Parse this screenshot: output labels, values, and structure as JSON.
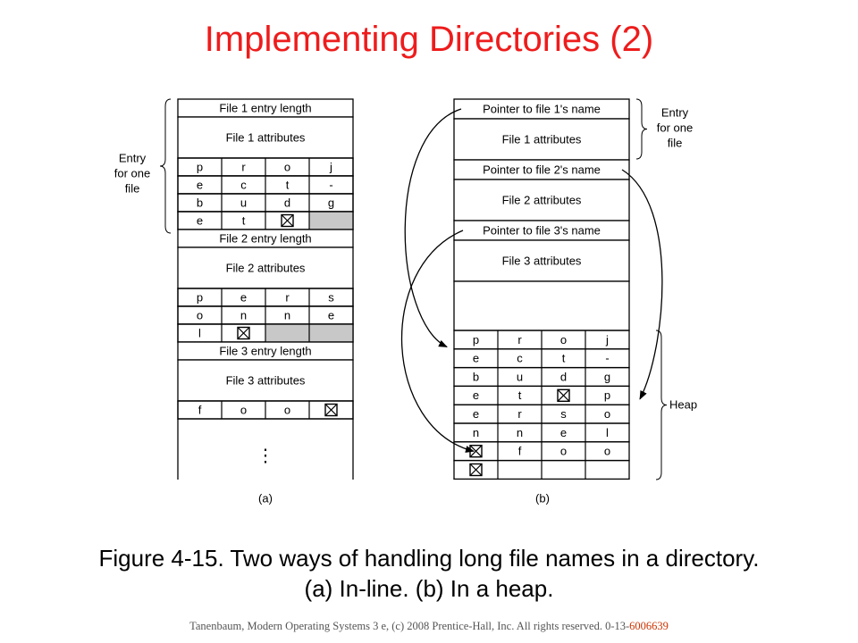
{
  "title": "Implementing Directories (2)",
  "caption": {
    "line1": "Figure 4-15. Two ways of handling long file names in a directory.",
    "line2": "(a) In-line. (b) In a heap."
  },
  "footer": {
    "text": "Tanenbaum, Modern Operating Systems 3 e, (c) 2008 Prentice-Hall, Inc. All rights reserved. 0-13-",
    "isbn": "6006639"
  },
  "diagram_a": {
    "label": "(a)",
    "brace_label": [
      "Entry",
      "for one",
      "file"
    ],
    "ellipsis": "⋮",
    "rows": [
      {
        "type": "full",
        "text": "File 1 entry length"
      },
      {
        "type": "full",
        "text": "File 1 attributes",
        "tall": true
      },
      {
        "type": "cells",
        "cells": [
          "p",
          "r",
          "o",
          "j"
        ]
      },
      {
        "type": "cells",
        "cells": [
          "e",
          "c",
          "t",
          "-"
        ]
      },
      {
        "type": "cells",
        "cells": [
          "b",
          "u",
          "d",
          "g"
        ]
      },
      {
        "type": "cells",
        "cells": [
          "e",
          "t",
          "#X",
          "#G"
        ]
      },
      {
        "type": "full",
        "text": "File 2 entry length"
      },
      {
        "type": "full",
        "text": "File 2 attributes",
        "tall": true
      },
      {
        "type": "cells",
        "cells": [
          "p",
          "e",
          "r",
          "s"
        ]
      },
      {
        "type": "cells",
        "cells": [
          "o",
          "n",
          "n",
          "e"
        ]
      },
      {
        "type": "cells",
        "cells": [
          "l",
          "#X",
          "#G",
          "#G"
        ]
      },
      {
        "type": "full",
        "text": "File 3 entry length"
      },
      {
        "type": "full",
        "text": "File 3 attributes",
        "tall": true
      },
      {
        "type": "cells",
        "cells": [
          "f",
          "o",
          "o",
          "#X"
        ]
      }
    ]
  },
  "diagram_b": {
    "label": "(b)",
    "brace_label": [
      "Entry",
      "for one",
      "file"
    ],
    "heap_label": "Heap",
    "entries": [
      {
        "text": "Pointer to file 1's name"
      },
      {
        "text": "File 1 attributes",
        "tall": true
      },
      {
        "text": "Pointer to file 2's name"
      },
      {
        "text": "File 2 attributes",
        "tall": true
      },
      {
        "text": "Pointer to file 3's name"
      },
      {
        "text": "File 3 attributes",
        "tall": true
      }
    ],
    "heap": [
      [
        "p",
        "r",
        "o",
        "j"
      ],
      [
        "e",
        "c",
        "t",
        "-"
      ],
      [
        "b",
        "u",
        "d",
        "g"
      ],
      [
        "e",
        "t",
        "#X",
        "p"
      ],
      [
        "e",
        "r",
        "s",
        "o"
      ],
      [
        "n",
        "n",
        "e",
        "l"
      ],
      [
        "#X",
        "f",
        "o",
        "o"
      ],
      [
        "#X",
        "",
        "",
        ""
      ]
    ]
  }
}
